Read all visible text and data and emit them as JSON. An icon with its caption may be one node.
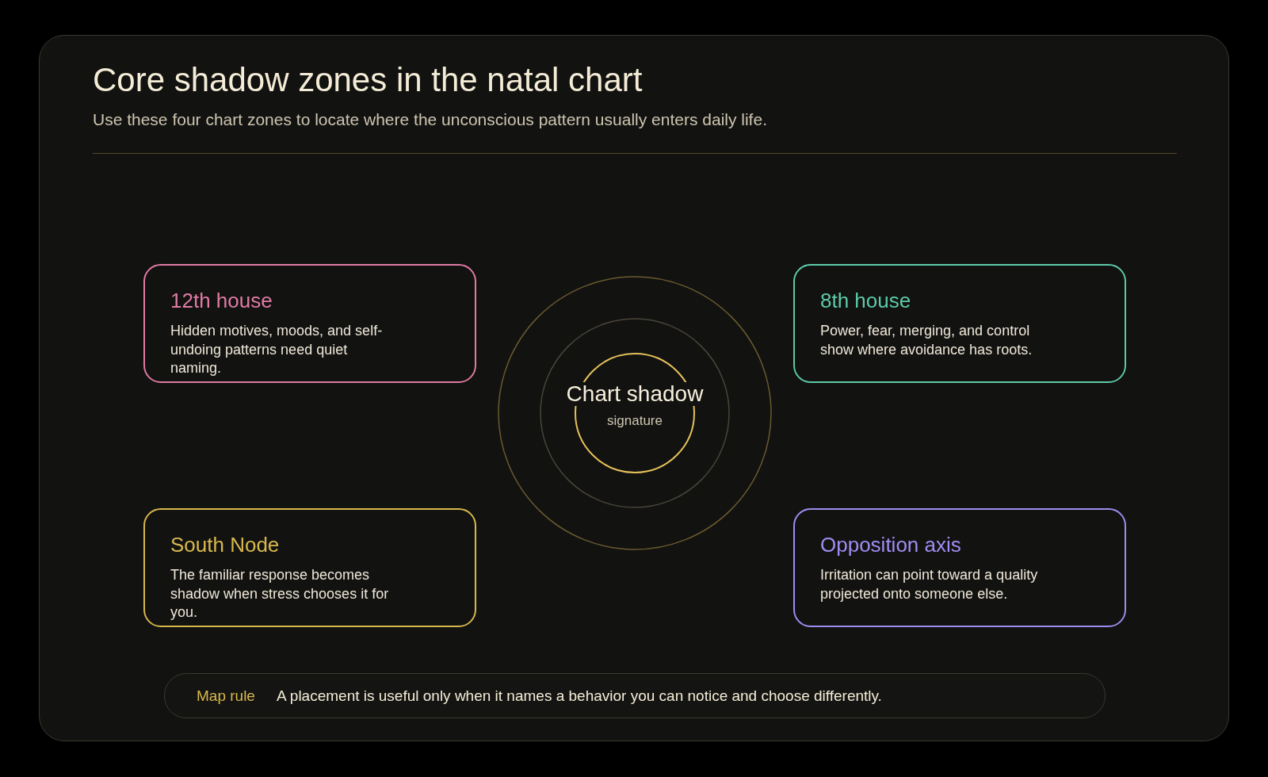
{
  "diagram": {
    "title": "Core shadow zones in the natal chart",
    "nodes": [
      {
        "text": [
          "12th house",
          "Hidden motives, moods, and self-undoing patterns need quiet naming."
        ]
      },
      {
        "text": [
          "8th house",
          "Power, fear, merging, and control show where avoidance has roots."
        ]
      },
      {
        "text": [
          "Chart shadow",
          "signature"
        ]
      },
      {
        "text": [
          "South Node",
          "The familiar response becomes shadow when stress chooses it for you."
        ]
      },
      {
        "text": [
          "Opposition axis",
          "Irritation can point toward a quality projected onto someone else."
        ]
      },
      {
        "text": [
          "Map rule",
          "A placement is useful only when it names a behavior you can notice and choose differently."
        ]
      }
    ],
    "labels": [
      "Use these four chart zones to locate where the unconscious pattern usually enters daily life."
    ]
  }
}
